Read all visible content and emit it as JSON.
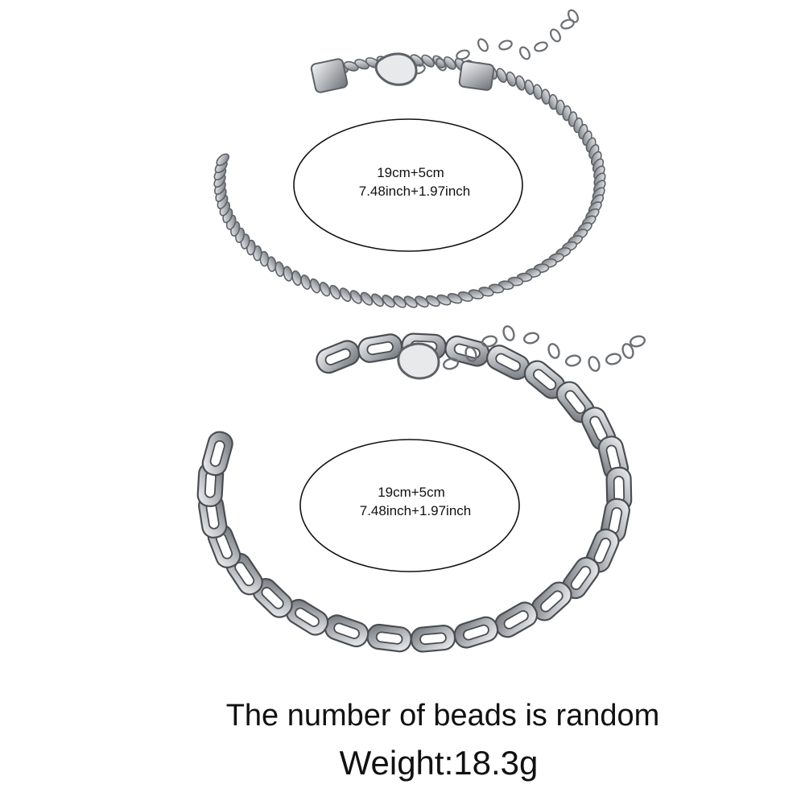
{
  "bracelets": [
    {
      "style": "rope chain",
      "size_cm": "19cm+5cm",
      "size_inch": "7.48inch+1.97inch"
    },
    {
      "style": "curb chain",
      "size_cm": "19cm+5cm",
      "size_inch": "7.48inch+1.97inch"
    }
  ],
  "notes": {
    "beads": "The number of beads is random",
    "weight": "Weight:18.3g"
  },
  "colors": {
    "background": "#ffffff",
    "metal": "#b9bcc0",
    "metal_dark": "#5e6166",
    "text": "#111111"
  }
}
